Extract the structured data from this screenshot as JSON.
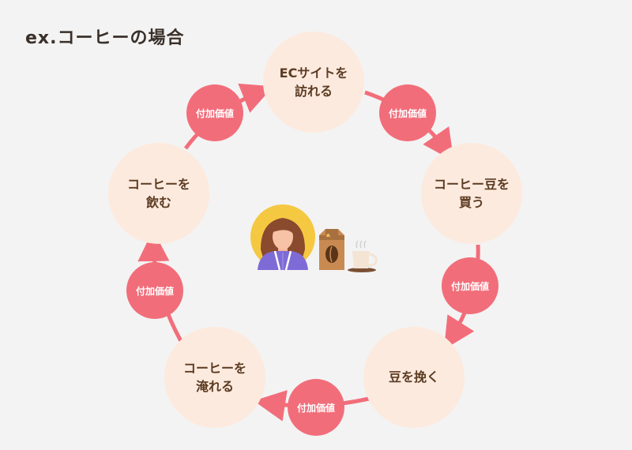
{
  "title": "ex.コーヒーの場合",
  "colors": {
    "background": "#f3f3f3",
    "step_fill": "#fdeade",
    "step_text": "#5b3b22",
    "badge_fill": "#f26d7a",
    "arrow": "#f26d7a"
  },
  "steps": [
    {
      "label": "ECサイトを\n訪れる"
    },
    {
      "label": "コーヒー豆を\n買う"
    },
    {
      "label": "豆を挽く"
    },
    {
      "label": "コーヒーを\n淹れる"
    },
    {
      "label": "コーヒーを\n飲む"
    }
  ],
  "badges": [
    {
      "label": "付加価値"
    },
    {
      "label": "付加価値"
    },
    {
      "label": "付加価値"
    },
    {
      "label": "付加価値"
    },
    {
      "label": "付加価値"
    }
  ],
  "center": {
    "icons": [
      "woman-avatar-icon",
      "coffee-bag-icon",
      "coffee-cup-icon"
    ]
  }
}
